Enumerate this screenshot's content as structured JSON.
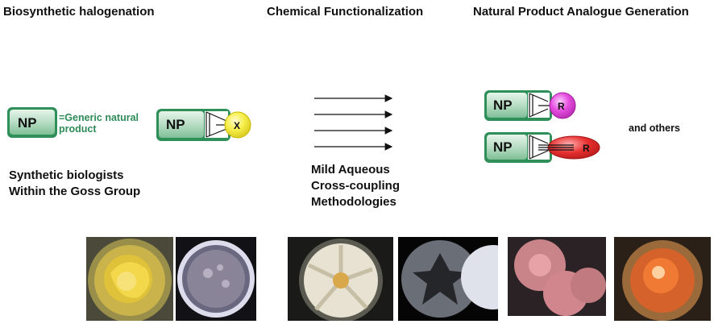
{
  "headings": {
    "left": "Biosynthetic halogenation",
    "middle": "Chemical Functionalization",
    "right": "Natural Product Analogue Generation"
  },
  "legend": {
    "np_label": "NP",
    "definition_line1": "=Generic natural",
    "definition_line2": "product"
  },
  "halogenated": {
    "np_label": "NP",
    "substituent": "X",
    "substituent_color": "#f2ec3a"
  },
  "caption_left": {
    "line1": "Synthetic biologists",
    "line2": "Within the Goss Group"
  },
  "caption_middle": {
    "line1": "Mild Aqueous",
    "line2": "Cross-coupling",
    "line3": "Methodologies"
  },
  "analogues": [
    {
      "np_label": "NP",
      "substituent": "R",
      "color": "#e64de0"
    },
    {
      "np_label": "NP",
      "substituent": "R",
      "color": "#e83030"
    }
  ],
  "and_others": "and others",
  "colors": {
    "np_box": "#2f8f59",
    "np_box_fill": "#b7ddc4",
    "definition_text": "#2e8b57"
  }
}
